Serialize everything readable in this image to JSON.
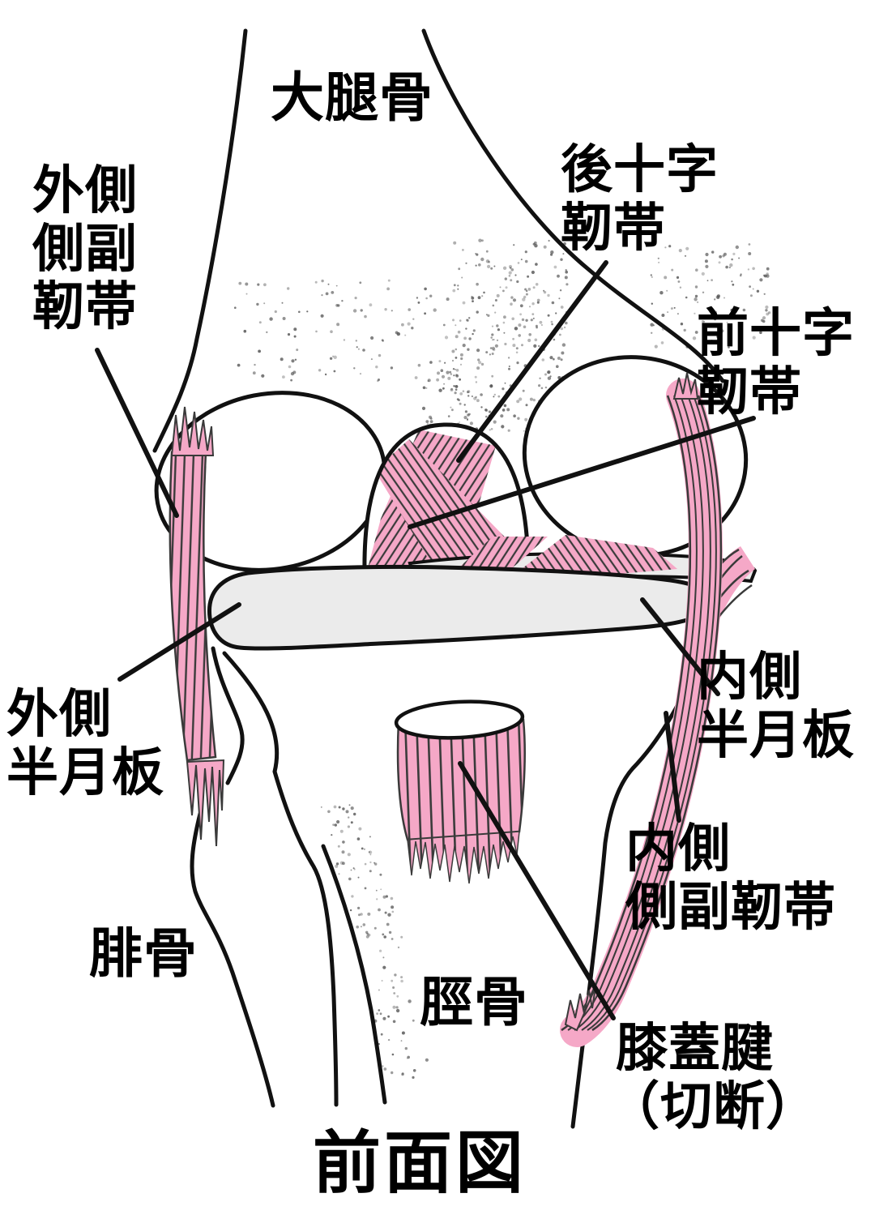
{
  "anatomy": {
    "title": "前面図",
    "labels": {
      "femur": {
        "lines": [
          "大腿骨"
        ]
      },
      "posterior_cruciate_ligament": {
        "lines": [
          "後十字",
          "靭帯"
        ]
      },
      "anterior_cruciate_ligament": {
        "lines": [
          "前十字",
          "靭帯"
        ]
      },
      "lateral_collateral_ligament": {
        "lines": [
          "外側",
          "側副",
          "靭帯"
        ]
      },
      "lateral_meniscus": {
        "lines": [
          "外側",
          "半月板"
        ]
      },
      "medial_meniscus": {
        "lines": [
          "内側",
          "半月板"
        ]
      },
      "medial_collateral_ligament": {
        "lines": [
          "内側",
          "側副靭帯"
        ]
      },
      "fibula": {
        "lines": [
          "腓骨"
        ]
      },
      "tibia": {
        "lines": [
          "脛骨"
        ]
      },
      "patellar_tendon": {
        "lines": [
          "膝蓋腱",
          "（切断）"
        ]
      }
    }
  },
  "colors": {
    "ligament_pink": "#F5A8C7",
    "ligament_stripe": "#3a3a3a",
    "bone_fill": "#ffffff",
    "cartilage_gray": "#ebebeb",
    "outline": "#111111",
    "stipple": "#555555"
  }
}
